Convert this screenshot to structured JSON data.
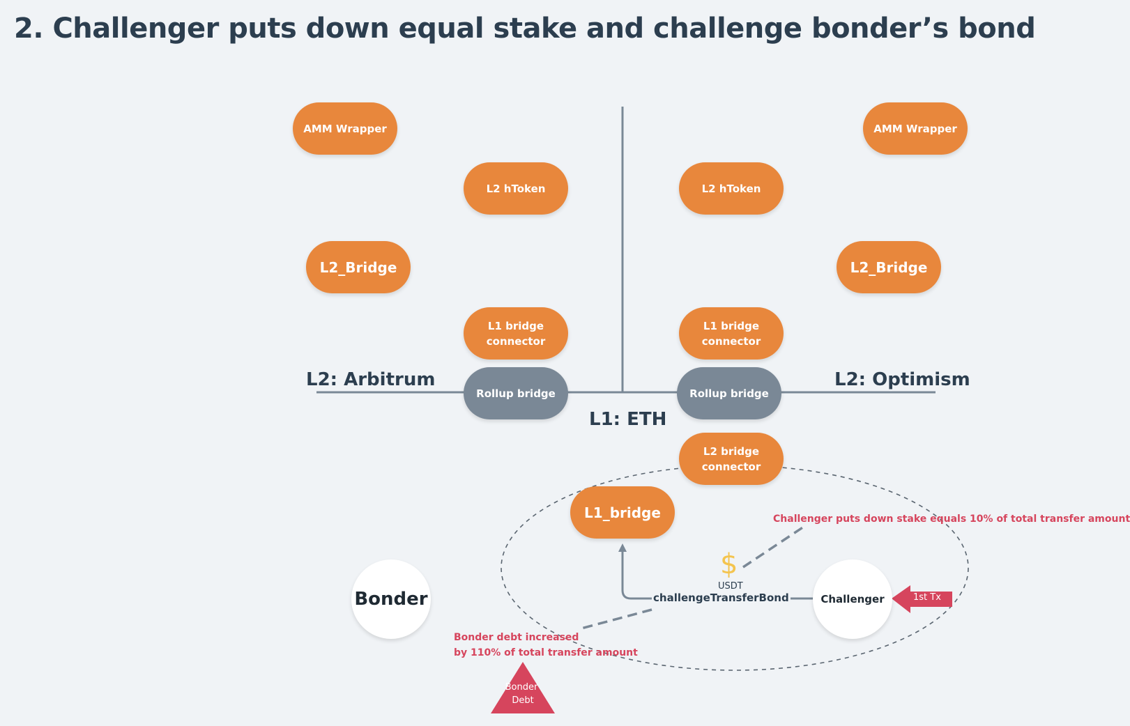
{
  "title": "2. Challenger puts down equal stake and challenge bonder’s bond",
  "chains": {
    "l1": "L1: ETH",
    "left_l2": "L2: Arbitrum",
    "right_l2": "L2: Optimism"
  },
  "left": {
    "amm_wrapper": "AMM Wrapper",
    "l2_htoken": "L2 hToken",
    "l2_bridge": "L2_Bridge",
    "l1_bridge_connector": "L1 bridge connector",
    "rollup_bridge": "Rollup bridge"
  },
  "right": {
    "amm_wrapper": "AMM Wrapper",
    "l2_htoken": "L2 hToken",
    "l2_bridge": "L2_Bridge",
    "l1_bridge_connector": "L1 bridge connector",
    "rollup_bridge": "Rollup bridge"
  },
  "l1": {
    "l2_bridge_connector": "L2 bridge connector",
    "l1_bridge": "L1_bridge"
  },
  "actors": {
    "bonder": "Bonder",
    "challenger": "Challenger"
  },
  "call": {
    "function": "challengeTransferBond",
    "token_symbol": "$",
    "token": "USDT",
    "tx": "1st Tx"
  },
  "notes": {
    "challenger_stake": "Challenger puts down stake equals 10% of total transfer amount",
    "bonder_debt_line1": "Bonder  debt increased",
    "bonder_debt_line2": "by 110% of total transfer amount"
  },
  "bonder_debt": {
    "line1": "Bonder",
    "line2": "Debt"
  },
  "colors": {
    "contract": "#e8873c",
    "rollup": "#7a8896",
    "alert": "#d6455d",
    "line": "#7a8896",
    "text": "#2c3e4f",
    "token": "#f4c44e"
  }
}
